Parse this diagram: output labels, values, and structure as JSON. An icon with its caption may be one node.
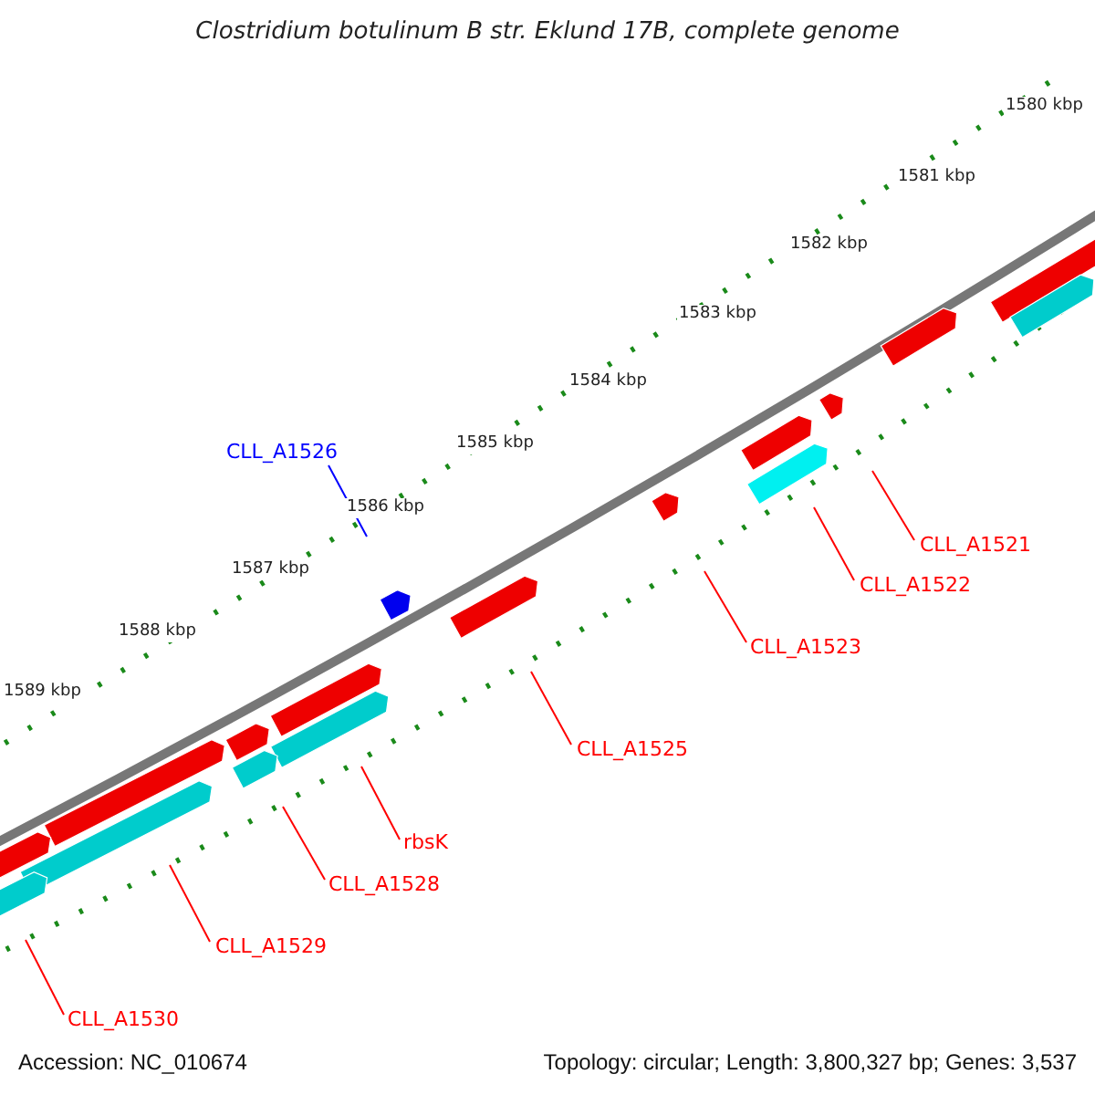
{
  "diagram": {
    "title": "Clostridium botulinum B str. Eklund 17B, complete genome",
    "nodes": [
      {
        "text": [
          "CLL_A1526"
        ]
      },
      {
        "text": [
          "CLL_A1521"
        ]
      },
      {
        "text": [
          "CLL_A1522"
        ]
      },
      {
        "text": [
          "CLL_A1523"
        ]
      },
      {
        "text": [
          "CLL_A1525"
        ]
      },
      {
        "text": [
          "rbsK"
        ]
      },
      {
        "text": [
          "CLL_A1528"
        ]
      },
      {
        "text": [
          "CLL_A1529"
        ]
      },
      {
        "text": [
          "CLL_A1530"
        ]
      }
    ],
    "edges": [
      {
        "from": 0,
        "to": null,
        "arrow": "none",
        "color": "#0000ff"
      },
      {
        "from": 1,
        "to": null,
        "arrow": "none"
      },
      {
        "from": 2,
        "to": null,
        "arrow": "none"
      },
      {
        "from": 3,
        "to": null,
        "arrow": "none"
      },
      {
        "from": 4,
        "to": null,
        "arrow": "none"
      },
      {
        "from": 5,
        "to": null,
        "arrow": "none"
      },
      {
        "from": 6,
        "to": null,
        "arrow": "none"
      },
      {
        "from": 7,
        "to": null,
        "arrow": "none"
      },
      {
        "from": 8,
        "to": null,
        "arrow": "none"
      }
    ],
    "labels": [
      "1580 kbp",
      "1581 kbp",
      "1582 kbp",
      "1583 kbp",
      "1584 kbp",
      "1585 kbp",
      "1586 kbp",
      "1587 kbp",
      "1588 kbp",
      "1589 kbp",
      "Accession: NC_010674",
      "Topology: circular; Length: 3,800,327 bp; Genes: 3,537"
    ]
  }
}
